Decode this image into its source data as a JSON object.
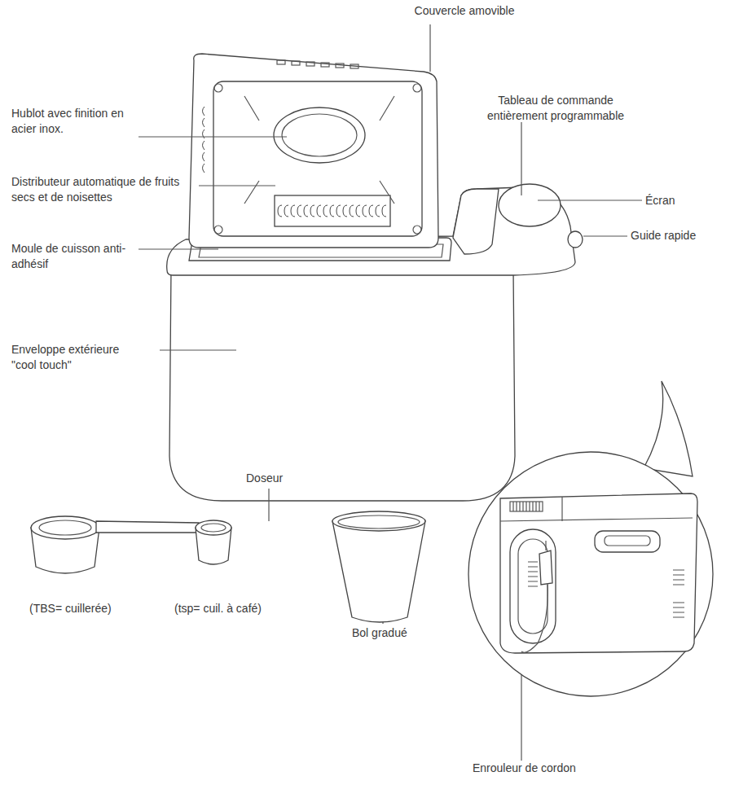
{
  "diagram": {
    "labels": [
      "Couvercle amovible",
      "Hublot avec finition en acier inox.",
      "Distributeur automatique de fruits secs et de noisettes",
      "Tableau de commande entièrement programmable",
      "Écran",
      "Guide rapide",
      "Moule de cuisson anti-adhésif",
      "Enveloppe extérieure \"cool touch\"",
      "Doseur",
      "(TBS= cuillerée)",
      "(tsp= cuil. à café)",
      "Bol gradué",
      "Enrouleur de cordon"
    ]
  }
}
